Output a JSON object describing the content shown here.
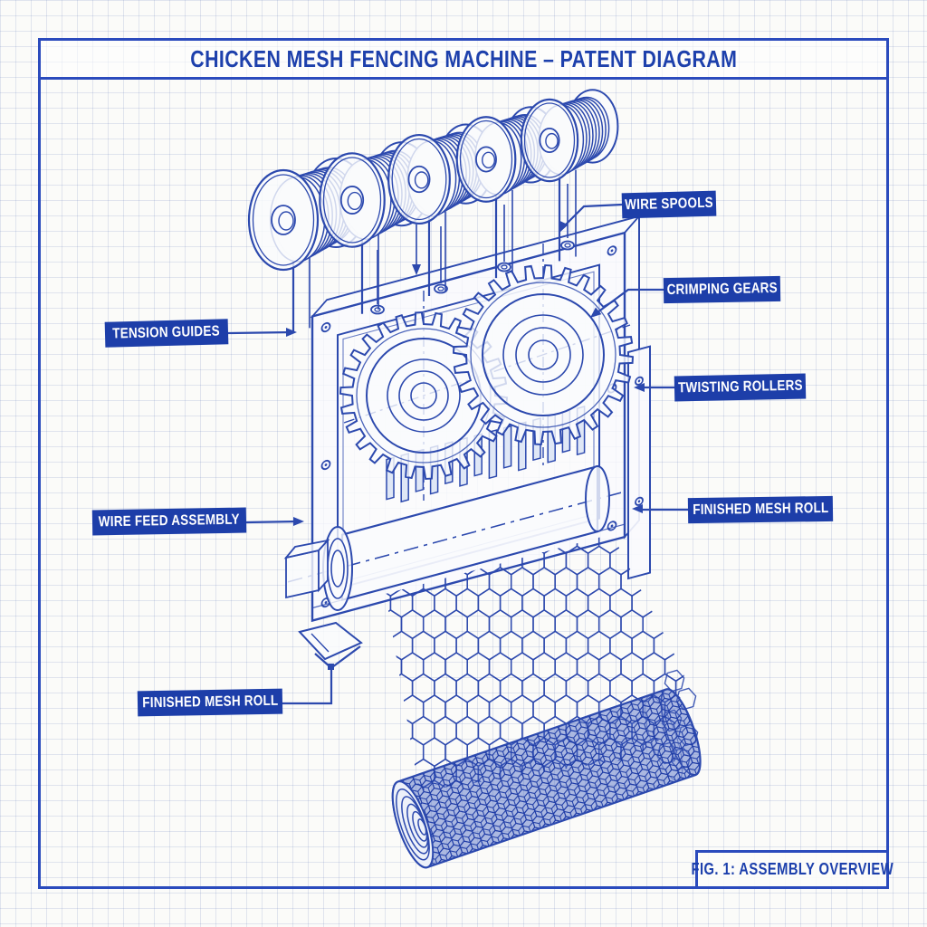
{
  "title": "CHICKEN MESH FENCING MACHINE – PATENT DIAGRAM",
  "figure_caption": "FIG. 1: ASSEMBLY OVERVIEW",
  "labels": {
    "wire_spools": "WIRE SPOOLS",
    "crimping_gears": "CRIMPING GEARS",
    "twisting_rollers": "TWISTING ROLLERS",
    "finished_mesh_roll_right": "FINISHED MESH ROLL",
    "tension_guides": "TENSION GUIDES",
    "wire_feed_assembly": "WIRE FEED ASSEMBLY",
    "finished_mesh_roll_left": "FINISHED MESH ROLL"
  },
  "colors": {
    "ink": "#2c49ae",
    "frame": "#2b4bbd",
    "label_bg": "#1d3ea9",
    "label_text": "#ffffff",
    "paper": "#fbfbf9",
    "grid": "rgba(90,115,180,0.17)",
    "roll_fill": "#4a66c4",
    "title": "#1d40ac"
  }
}
